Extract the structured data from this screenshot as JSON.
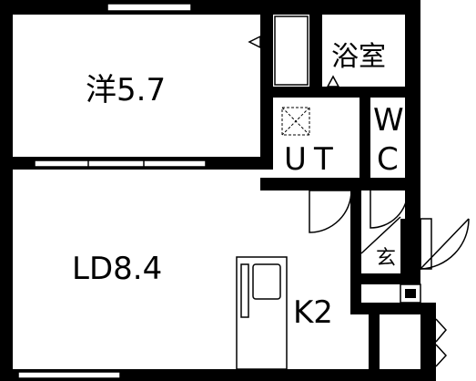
{
  "rooms": {
    "western_room": "洋5.7",
    "living_dining": "LD8.4",
    "kitchen": "K2",
    "bathroom": "浴室",
    "utility_u": "U",
    "utility_t": "T",
    "toilet_w": "W",
    "toilet_c": "C",
    "entrance": "玄"
  }
}
